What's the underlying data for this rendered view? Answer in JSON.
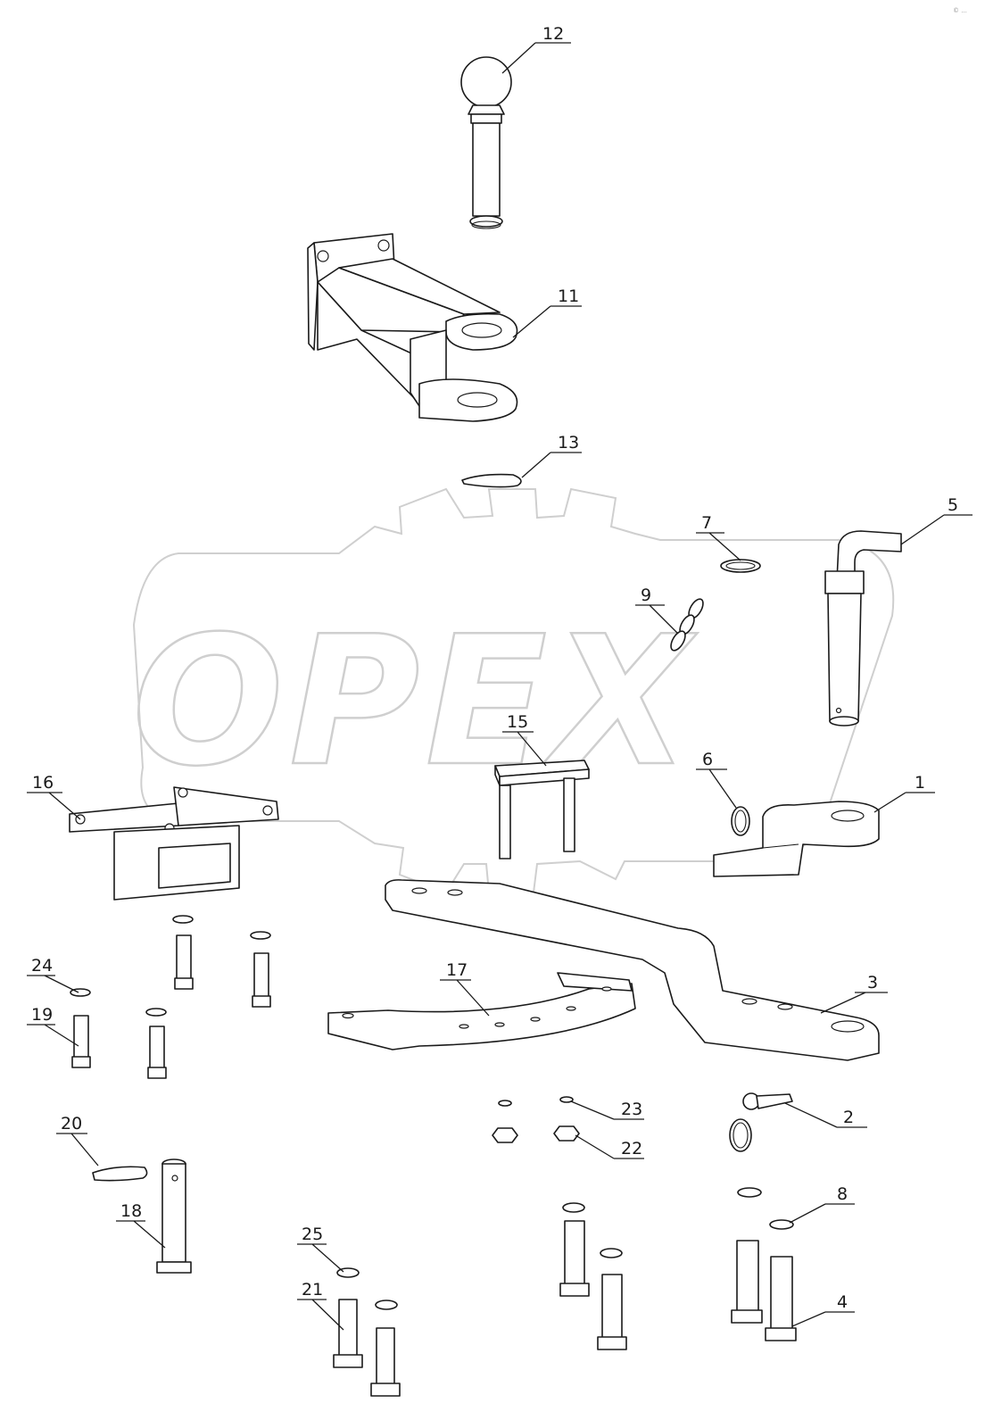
{
  "watermark": {
    "text": "OPEX"
  },
  "corner_mark": {
    "text": "© ..."
  },
  "callouts": {
    "c1": "1",
    "c2": "2",
    "c3": "3",
    "c4": "4",
    "c5": "5",
    "c6": "6",
    "c7": "7",
    "c8": "8",
    "c9": "9",
    "c11": "11",
    "c12": "12",
    "c13": "13",
    "c15": "15",
    "c16": "16",
    "c17": "17",
    "c18": "18",
    "c19": "19",
    "c20": "20",
    "c21": "21",
    "c22": "22",
    "c23": "23",
    "c24": "24",
    "c25": "25"
  },
  "colors": {
    "line": "#1a1a1a",
    "watermark": "#cfcfcf",
    "background": "#ffffff"
  }
}
